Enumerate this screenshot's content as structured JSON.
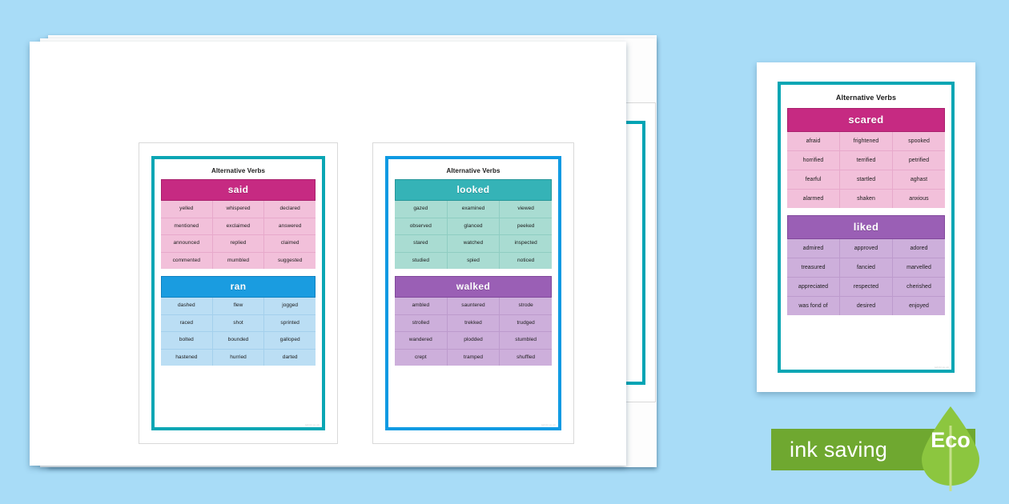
{
  "background_color": "#a8dcf7",
  "posters": [
    {
      "id": "poster-said-ran",
      "border_color": "#0aa6b4",
      "title": "Alternative Verbs",
      "groups": [
        {
          "heading": "said",
          "scheme": "magenta",
          "header_color": "#c62a82",
          "cell_color": "#f2c0da",
          "words": [
            [
              "yelled",
              "whispered",
              "declared"
            ],
            [
              "mentioned",
              "exclaimed",
              "answered"
            ],
            [
              "announced",
              "replied",
              "claimed"
            ],
            [
              "commented",
              "mumbled",
              "suggested"
            ]
          ]
        },
        {
          "heading": "ran",
          "scheme": "blue",
          "header_color": "#1a9ce0",
          "cell_color": "#bbdef4",
          "words": [
            [
              "dashed",
              "flew",
              "jogged"
            ],
            [
              "raced",
              "shot",
              "sprinted"
            ],
            [
              "bolted",
              "bounded",
              "galloped"
            ],
            [
              "hastened",
              "hurried",
              "darted"
            ]
          ]
        }
      ]
    },
    {
      "id": "poster-looked-walked",
      "border_color": "#0e9ae3",
      "title": "Alternative Verbs",
      "groups": [
        {
          "heading": "looked",
          "scheme": "teal",
          "header_color": "#35b3b7",
          "cell_color": "#a9dcd2",
          "words": [
            [
              "gazed",
              "examined",
              "viewed"
            ],
            [
              "observed",
              "glanced",
              "peeked"
            ],
            [
              "stared",
              "watched",
              "inspected"
            ],
            [
              "studied",
              "spied",
              "noticed"
            ]
          ]
        },
        {
          "heading": "walked",
          "scheme": "purple",
          "header_color": "#9a5fb5",
          "cell_color": "#cdafdb",
          "words": [
            [
              "ambled",
              "sauntered",
              "strode"
            ],
            [
              "strolled",
              "trekked",
              "trudged"
            ],
            [
              "wandered",
              "plodded",
              "stumbled"
            ],
            [
              "crept",
              "tramped",
              "shuffled"
            ]
          ]
        }
      ]
    },
    {
      "id": "poster-scared-liked",
      "border_color": "#0aa6b4",
      "title": "Alternative Verbs",
      "groups": [
        {
          "heading": "scared",
          "scheme": "magenta",
          "header_color": "#c62a82",
          "cell_color": "#f2c0da",
          "words": [
            [
              "afraid",
              "frightened",
              "spooked"
            ],
            [
              "horrified",
              "terrified",
              "petrified"
            ],
            [
              "fearful",
              "startled",
              "aghast"
            ],
            [
              "alarmed",
              "shaken",
              "anxious"
            ]
          ]
        },
        {
          "heading": "liked",
          "scheme": "purple",
          "header_color": "#9a5fb5",
          "cell_color": "#cdafdb",
          "words": [
            [
              "admired",
              "approved",
              "adored"
            ],
            [
              "treasured",
              "fancied",
              "marvelled"
            ],
            [
              "appreciated",
              "respected",
              "cherished"
            ],
            [
              "was fond of",
              "desired",
              "enjoyed"
            ]
          ]
        }
      ]
    }
  ],
  "eco_badge": {
    "text": "ink saving",
    "leaf_label": "Eco",
    "bar_color": "#6fa830",
    "leaf_color": "#8cc63f"
  }
}
